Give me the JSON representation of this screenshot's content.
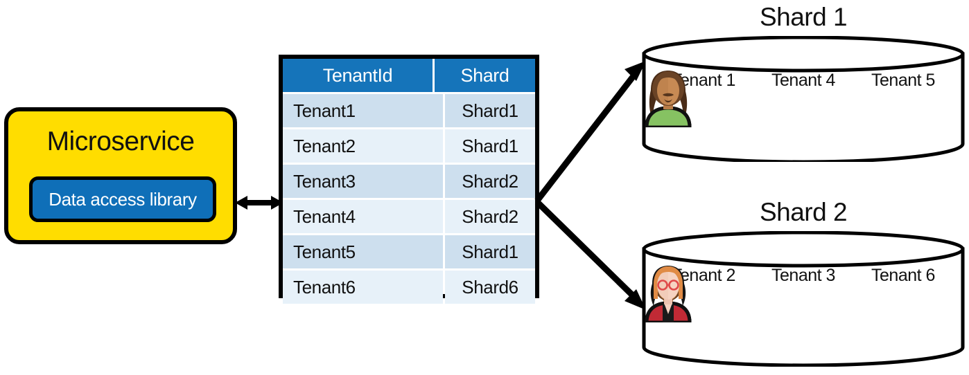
{
  "microservice": {
    "title": "Microservice",
    "library_label": "Data access library",
    "box_color": "#FFDD00",
    "library_color": "#0F6FB8"
  },
  "connector": {
    "name": "bidirectional-arrow",
    "direction": "both"
  },
  "lookup_table": {
    "headers": [
      "TenantId",
      "Shard"
    ],
    "header_bg": "#1574BA",
    "row_bg_odd": "#CDDFEE",
    "row_bg_even": "#E7F1F9",
    "rows": [
      {
        "tenant": "Tenant1",
        "shard": "Shard1"
      },
      {
        "tenant": "Tenant2",
        "shard": "Shard1"
      },
      {
        "tenant": "Tenant3",
        "shard": "Shard2"
      },
      {
        "tenant": "Tenant4",
        "shard": "Shard2"
      },
      {
        "tenant": "Tenant5",
        "shard": "Shard1"
      },
      {
        "tenant": "Tenant6",
        "shard": "Shard6"
      }
    ]
  },
  "shards": [
    {
      "title": "Shard 1",
      "tenants": [
        {
          "label": "Tenant 1",
          "hair": "#6B3F1D",
          "skin": "#F0A877",
          "skin_shade": "#E09A68",
          "shirt": "#7B55B5",
          "collar": "#FFFFFF",
          "facial_hair": true,
          "glasses": false,
          "hair_style": "short"
        },
        {
          "label": "Tenant 4",
          "hair": "#4A2C17",
          "skin": "#F4AE7C",
          "skin_shade": "#E79E6C",
          "shirt": "#7EA3D2",
          "collar": "",
          "facial_hair": false,
          "glasses": false,
          "hair_style": "long-wavy"
        },
        {
          "label": "Tenant 5",
          "hair": "#6A4326",
          "skin": "#C78A54",
          "skin_shade": "#B87C48",
          "shirt": "#86C262",
          "collar": "",
          "facial_hair": true,
          "glasses": false,
          "hair_style": "afro"
        }
      ]
    },
    {
      "title": "Shard 2",
      "tenants": [
        {
          "label": "Tenant 2",
          "hair": "#141414",
          "skin": "#C68košик",
          "skin_shade": "#B67B46",
          "shirt": "#6FB7E5",
          "collar": "#3C9BD4",
          "facial_hair": false,
          "glasses": false,
          "hair_style": "long-straight"
        },
        {
          "label": "Tenant 3",
          "hair": "#6B4226",
          "skin": "#D79A60",
          "skin_shade": "#C78B53",
          "shirt": "#464B5E",
          "collar": "#F06A4A",
          "facial_hair": false,
          "glasses": false,
          "hair_style": "curly"
        },
        {
          "label": "Tenant 6",
          "hair": "#E08B45",
          "skin": "#F6D3C2",
          "skin_shade": "#EDC3B0",
          "shirt": "#C12A35",
          "collar": "#1A1A1A",
          "facial_hair": false,
          "glasses": true,
          "hair_style": "bob"
        }
      ]
    }
  ]
}
